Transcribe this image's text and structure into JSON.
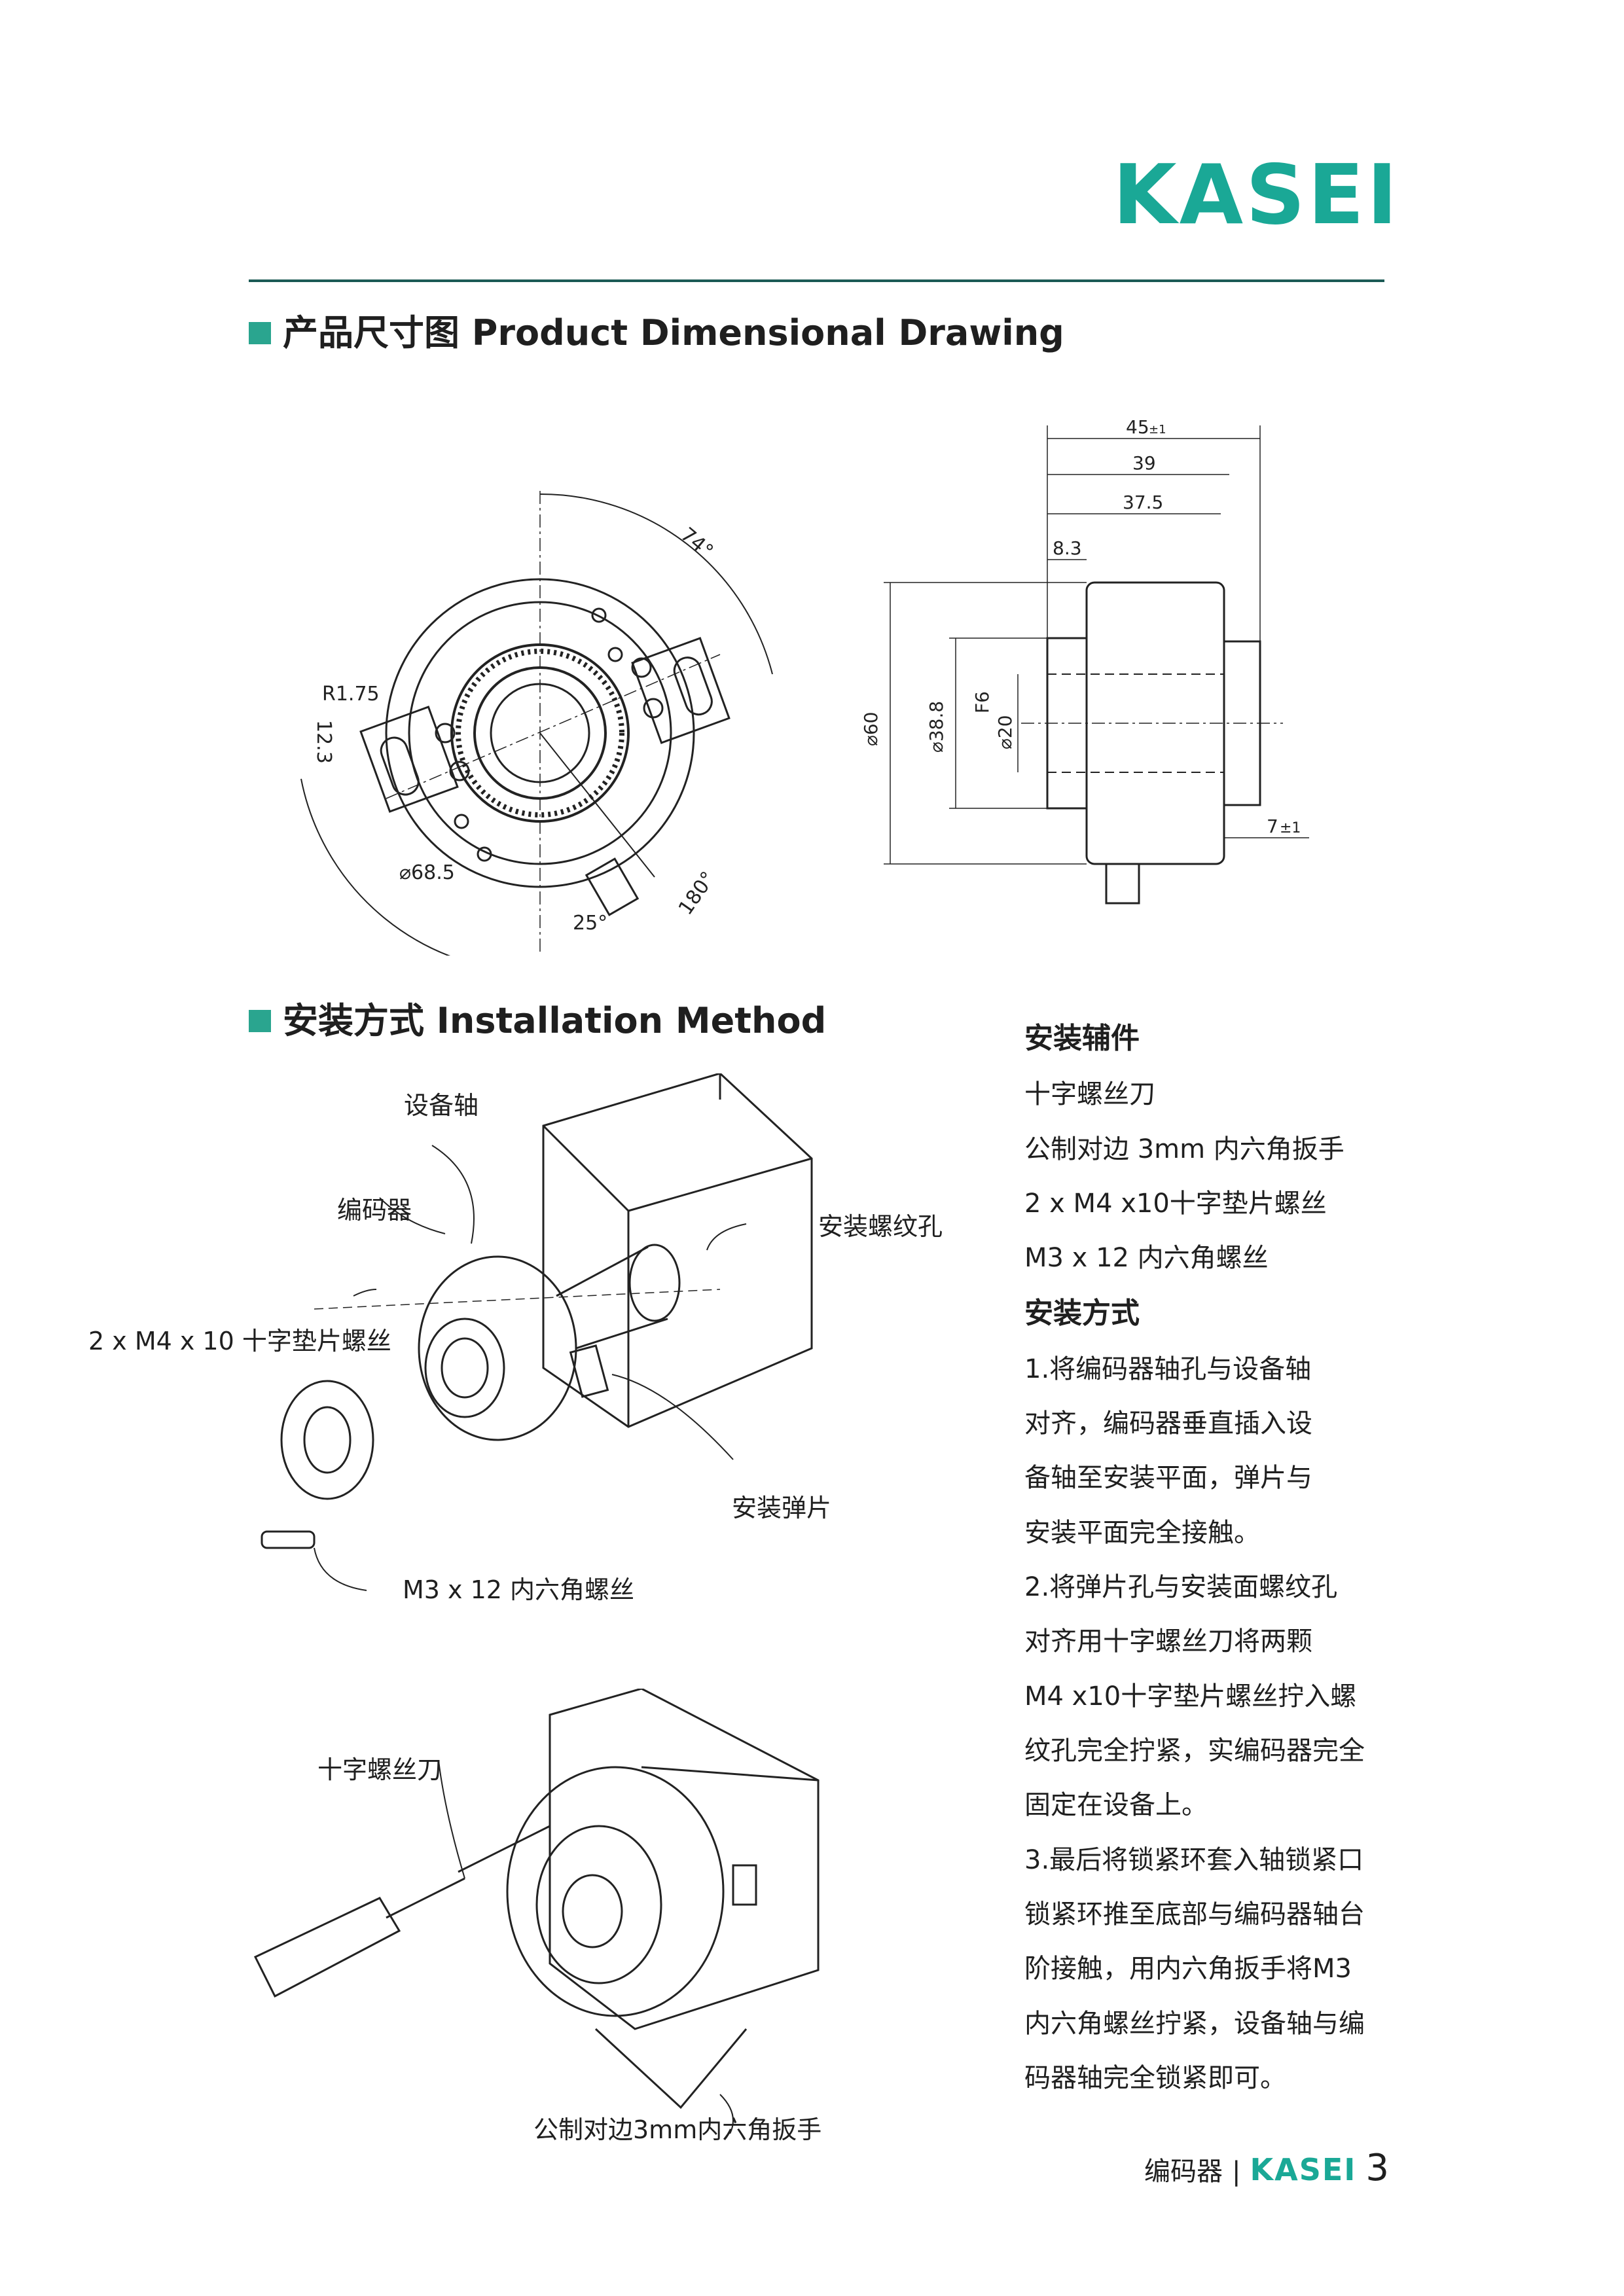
{
  "brand": {
    "name": "KASEI",
    "color": "#1aa896"
  },
  "rule_color": "#1b5a55",
  "section_dimensions": {
    "title": "产品尺寸图 Product Dimensional Drawing"
  },
  "section_installation": {
    "title": "安装方式 Installation Method"
  },
  "front_view": {
    "labels": {
      "angle_top": "74°",
      "radius": "R1.75",
      "slot": "12.3",
      "diameter": "⌀68.5",
      "angle_bottom": "25°",
      "angle_right": "180°"
    }
  },
  "side_view": {
    "labels": {
      "d45": "45",
      "d45_tol": "±1",
      "d39": "39",
      "d37_5": "37.5",
      "d8_3": "8.3",
      "dia60": "⌀60",
      "dia38_8": "⌀38.8",
      "f6": "F6",
      "dia20": "⌀20",
      "d7": "7",
      "d7_tol": "±1"
    }
  },
  "callouts": {
    "equipment_shaft": "设备轴",
    "encoder": "编码器",
    "mount_hole": "安装螺纹孔",
    "washer_screw": "2 x M4 x 10 十字垫片螺丝",
    "spring_plate": "安装弹片",
    "hex_screw": "M3 x 12 内六角螺丝",
    "screwdriver": "十字螺丝刀",
    "hex_key": "公制对边3mm内六角扳手"
  },
  "accessories": {
    "heading": "安装辅件",
    "items": [
      "十字螺丝刀",
      "公制对边 3mm 内六角扳手",
      "2 x M4 x10十字垫片螺丝",
      "M3 x 12 内六角螺丝"
    ]
  },
  "method": {
    "heading": "安装方式",
    "lines": [
      "1.将编码器轴孔与设备轴",
      "对齐，编码器垂直插入设",
      "备轴至安装平面，弹片与",
      "安装平面完全接触。",
      "2.将弹片孔与安装面螺纹孔",
      "对齐用十字螺丝刀将两颗",
      "M4 x10十字垫片螺丝拧入螺",
      "纹孔完全拧紧，实编码器完全",
      "固定在设备上。",
      "3.最后将锁紧环套入轴锁紧口",
      "锁紧环推至底部与编码器轴台",
      "阶接触，用内六角扳手将M3",
      "内六角螺丝拧紧，设备轴与编",
      "码器轴完全锁紧即可。"
    ]
  },
  "footer": {
    "label": "编码器",
    "separator": "|",
    "brand": "KASEI",
    "page_number": "3"
  }
}
